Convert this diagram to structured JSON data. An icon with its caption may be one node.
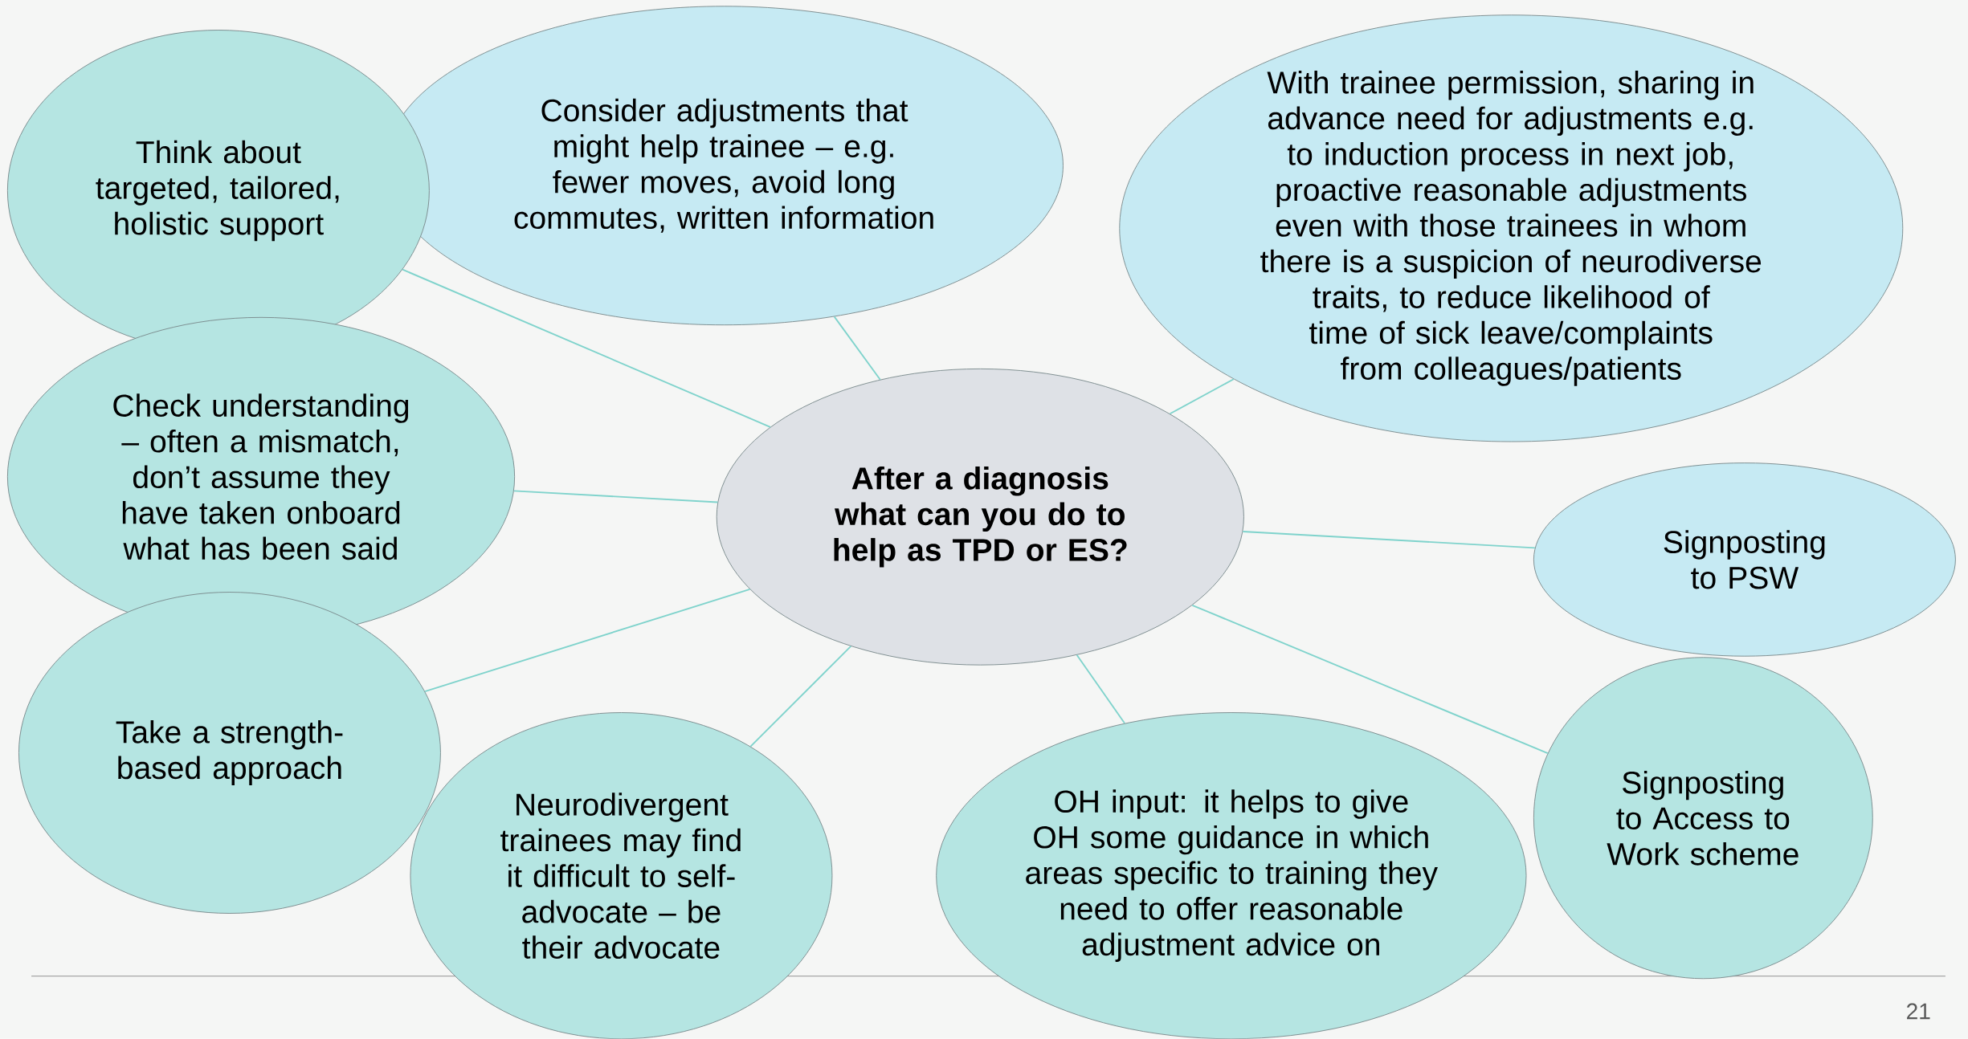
{
  "diagram": {
    "nodes": [
      {
        "text": [
          "After a diagnosis what can you do to help as TPD or ES?"
        ]
      },
      {
        "text": [
          "Think about targeted, tailored, holistic support"
        ]
      },
      {
        "text": [
          "Consider adjustments that might help trainee – e.g. fewer moves, avoid long commutes, written information"
        ]
      },
      {
        "text": [
          "With trainee permission, sharing in advance need for adjustments e.g. to induction process in next job, proactive reasonable adjustments even with those trainees in whom there is a suspicion of neurodiverse traits, to reduce likelihood of time of sick leave/complaints from colleagues/patients"
        ]
      },
      {
        "text": [
          "Check understanding – often a mismatch, don’t assume they have taken onboard what has been said"
        ]
      },
      {
        "text": [
          "Signposting to PSW"
        ]
      },
      {
        "text": [
          "Take a strength-based approach"
        ]
      },
      {
        "text": [
          "Neurodivergent trainees may find it difficult to self-advocate – be their advocate"
        ]
      },
      {
        "text": [
          "OH input: it helps to give OH some guidance in which areas specific to training they need to offer reasonable adjustment advice on"
        ]
      },
      {
        "text": [
          "Signposting to Access to Work scheme"
        ]
      }
    ],
    "edges": [
      {
        "from": 0,
        "to": 1,
        "arrow": "none"
      },
      {
        "from": 0,
        "to": 2,
        "arrow": "none"
      },
      {
        "from": 0,
        "to": 3,
        "arrow": "none"
      },
      {
        "from": 0,
        "to": 4,
        "arrow": "none"
      },
      {
        "from": 0,
        "to": 5,
        "arrow": "none"
      },
      {
        "from": 0,
        "to": 6,
        "arrow": "none"
      },
      {
        "from": 0,
        "to": 7,
        "arrow": "none"
      },
      {
        "from": 0,
        "to": 8,
        "arrow": "none"
      },
      {
        "from": 0,
        "to": 9,
        "arrow": "none"
      }
    ],
    "labels": [
      "21"
    ]
  }
}
